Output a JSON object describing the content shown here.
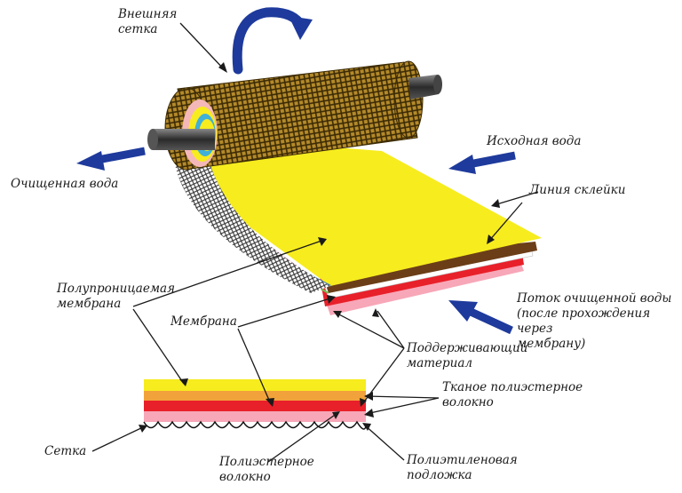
{
  "labels": {
    "outer_mesh": "Внешняя\nсетка",
    "feed_water": "Исходная вода",
    "clean_water": "Очищенная вода",
    "glue_line": "Линия склейки",
    "semipermeable_membrane": "Полупроницаемая\nмембрана",
    "permeate_flow": "Поток очищенной воды\n(после прохождения через\nмембрану)",
    "membrane": "Мембрана",
    "support_material": "Поддерживающий\nматериал",
    "woven_polyester": "Тканое полиэстерное\nволокно",
    "mesh": "Сетка",
    "polyester_fiber": "Полиэстерное\nволокно",
    "polyethylene_backing": "Полиэтиленовая\nподложка"
  },
  "colors": {
    "arrow_blue": "#1e3a9c",
    "membrane_yellow": "#f7ec1e",
    "support_orange": "#f2a23a",
    "fiber_red": "#e8202a",
    "backing_pink": "#f7a7b8",
    "mesh_brown": "#6b4a10",
    "core_gray": "#3a3a3a",
    "annotation": "#1a1a1a"
  },
  "icons": {
    "rotation": "curved-rotation-arrow-icon",
    "flow": "flow-arrow-icon"
  }
}
